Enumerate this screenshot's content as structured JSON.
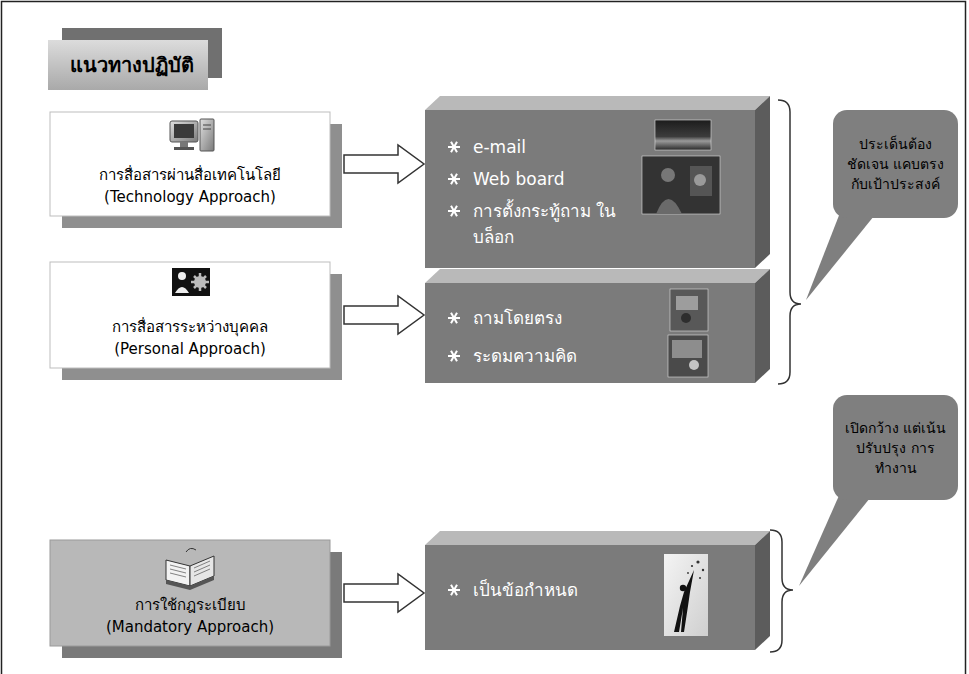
{
  "diagram": {
    "title": "แนวทางปฏิบัติ",
    "nodes": [
      {
        "text": [
          "การสื่อสารผ่านสื่อเทคโนโลยี",
          "(Technology Approach)"
        ]
      },
      {
        "text": [
          "e-mail",
          "Web board",
          "การตั้งกระทู้ถาม ในบล็อก"
        ]
      },
      {
        "text": [
          "ประเด็นต้อง ชัดเจน แคบตรง กับเป้าประสงค์"
        ]
      },
      {
        "text": [
          "การสื่อสารระหว่างบุคคล",
          "(Personal Approach)"
        ]
      },
      {
        "text": [
          "ถามโดยตรง",
          "ระดมความคิด"
        ]
      },
      {
        "text": [
          "การใช้กฎระเบียบ",
          "(Mandatory Approach)"
        ]
      },
      {
        "text": [
          "เป็นข้อกำหนด"
        ]
      },
      {
        "text": [
          "เปิดกว้าง แต่เน้นปรับปรุง การทำงาน"
        ]
      }
    ],
    "edges": [
      {
        "from": 0,
        "to": 1,
        "arrow": "to"
      },
      {
        "from": 3,
        "to": 4,
        "arrow": "to"
      },
      {
        "from": 5,
        "to": 6,
        "arrow": "to"
      }
    ]
  }
}
